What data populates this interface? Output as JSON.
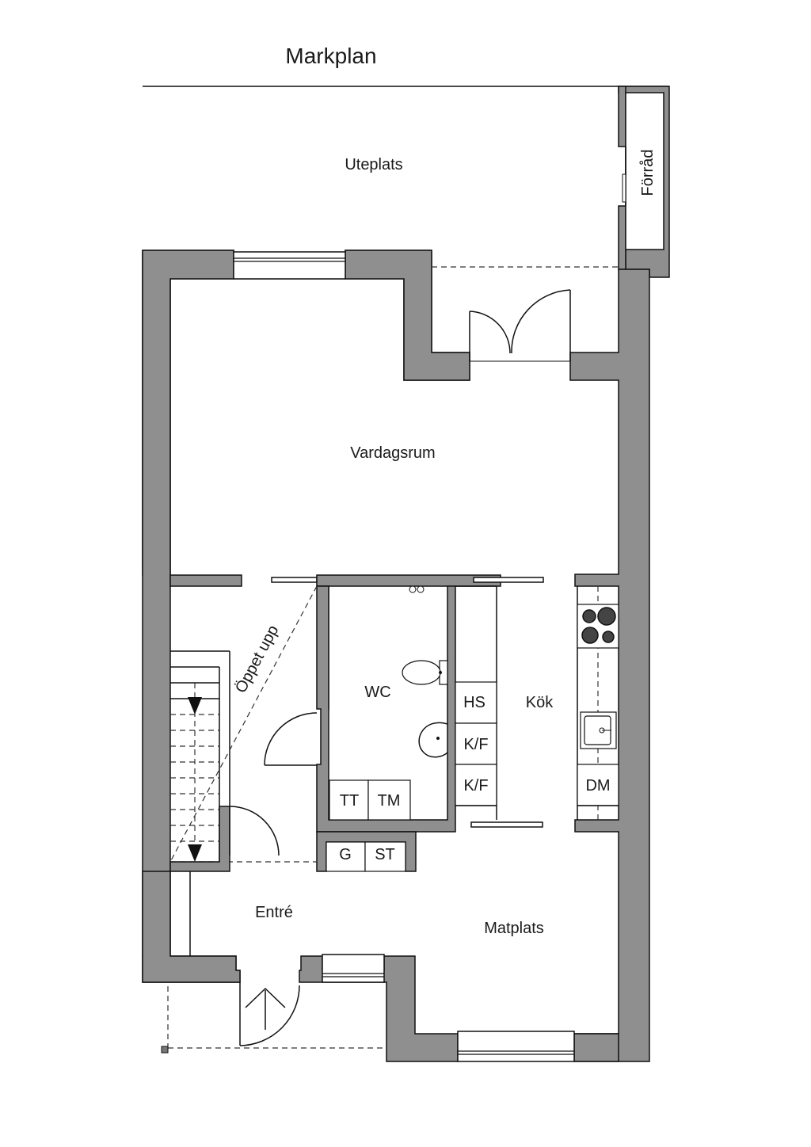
{
  "title": "Markplan",
  "rooms": {
    "uteplats": "Uteplats",
    "forrad": "Förråd",
    "vardagsrum": "Vardagsrum",
    "wc": "WC",
    "kok": "Kök",
    "entre": "Entré",
    "matplats": "Matplats",
    "stair_note": "Öppet upp"
  },
  "fixtures": {
    "hs": "HS",
    "kf1": "K/F",
    "kf2": "K/F",
    "dm": "DM",
    "tt": "TT",
    "tm": "TM",
    "g": "G",
    "st": "ST"
  },
  "colors": {
    "wall": "#8f8f8f",
    "line": "#111111",
    "background": "#ffffff"
  }
}
